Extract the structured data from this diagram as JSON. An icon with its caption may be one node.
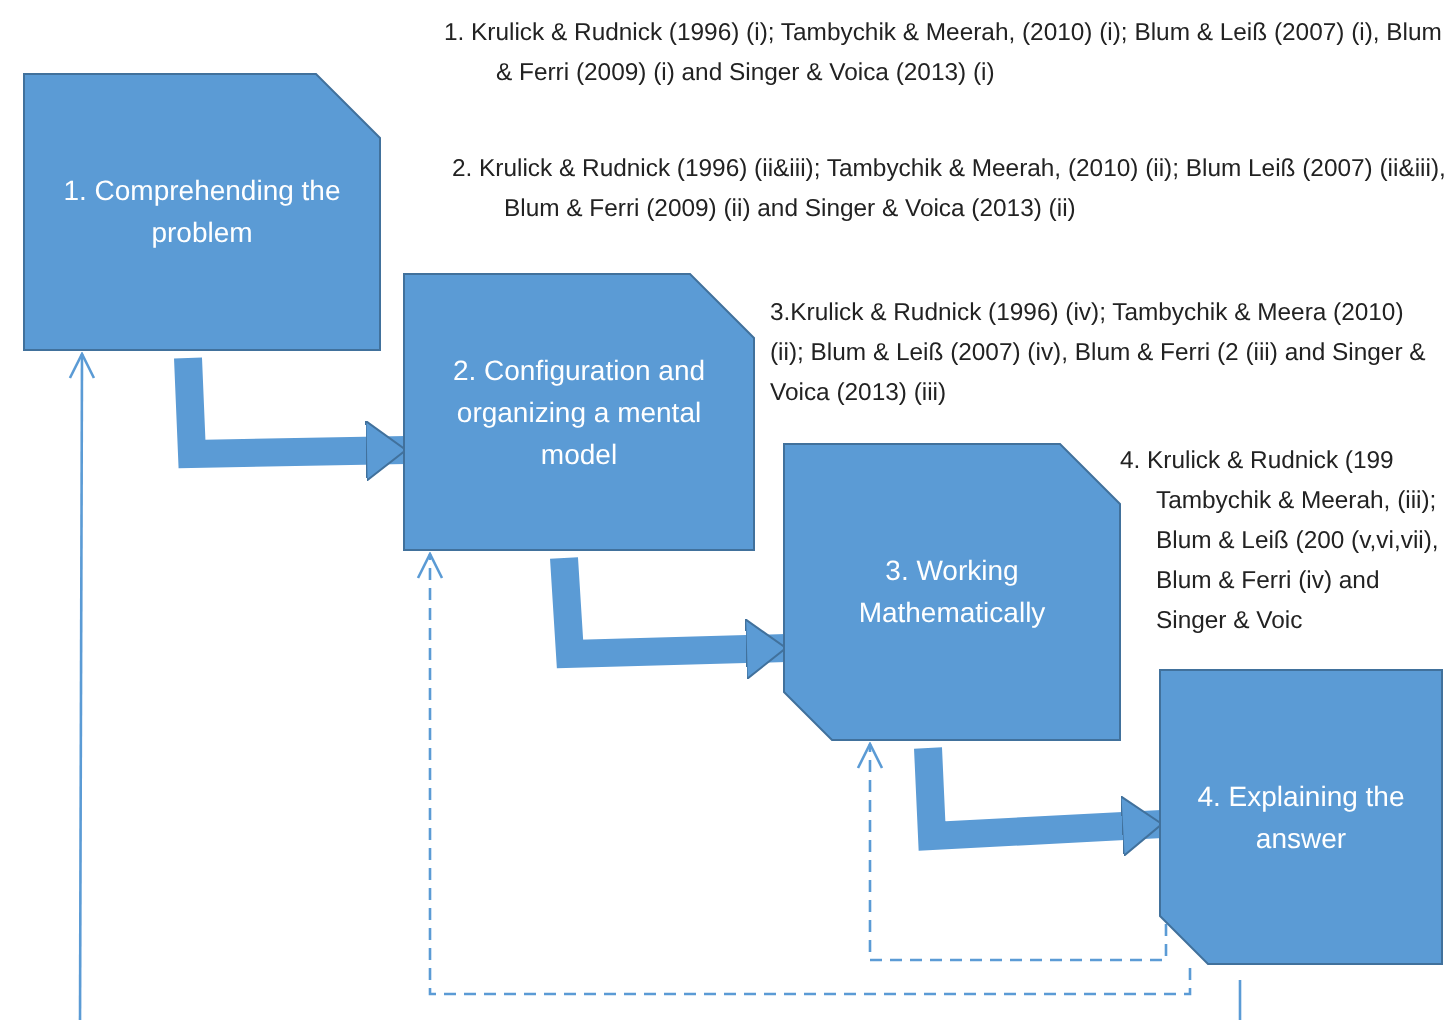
{
  "diagram": {
    "nodes": [
      {
        "text": [
          "1. Comprehending the problem"
        ]
      },
      {
        "text": [
          "2. Configuration and organizing a mental model"
        ]
      },
      {
        "text": [
          "3. Working Mathematically"
        ]
      },
      {
        "text": [
          "4. Explaining the answer"
        ]
      }
    ],
    "edges": [
      {
        "from": 0,
        "to": 1,
        "arrow": "to",
        "style": "thick"
      },
      {
        "from": 1,
        "to": 2,
        "arrow": "to",
        "style": "thick"
      },
      {
        "from": 2,
        "to": 3,
        "arrow": "to",
        "style": "thick"
      },
      {
        "from": 3,
        "to": 2,
        "arrow": "to",
        "style": "dashed"
      },
      {
        "from": 3,
        "to": 1,
        "arrow": "to",
        "style": "dashed"
      },
      {
        "from": 3,
        "to": null,
        "arrow": "none"
      },
      {
        "from": null,
        "to": 0,
        "arrow": "to"
      }
    ],
    "labels": [
      "1. Krulick & Rudnick (1996) (i); Tambychik & Meerah, (2010) (i); Blum & Leiß (2007) (i), Blum & Ferri (2009) (i) and Singer & Voica (2013) (i)",
      "2. Krulick & Rudnick (1996) (ii&iii); Tambychik & Meerah, (2010) (ii); Blum Leiß (2007) (ii&iii), Blum & Ferri (2009) (ii) and Singer & Voica (2013) (ii)",
      "3.Krulick & Rudnick (1996) (iv); Tambychik & Meera (2010) (ii); Blum & Leiß (2007) (iv), Blum & Ferri (2 (iii) and Singer & Voica (2013) (iii)",
      "4. Krulick & Rudnick (199 Tambychik & Meerah, (iii); Blum & Leiß (200 (v,vi,vii), Blum & Ferri (iv) and Singer & Voic"
    ]
  }
}
